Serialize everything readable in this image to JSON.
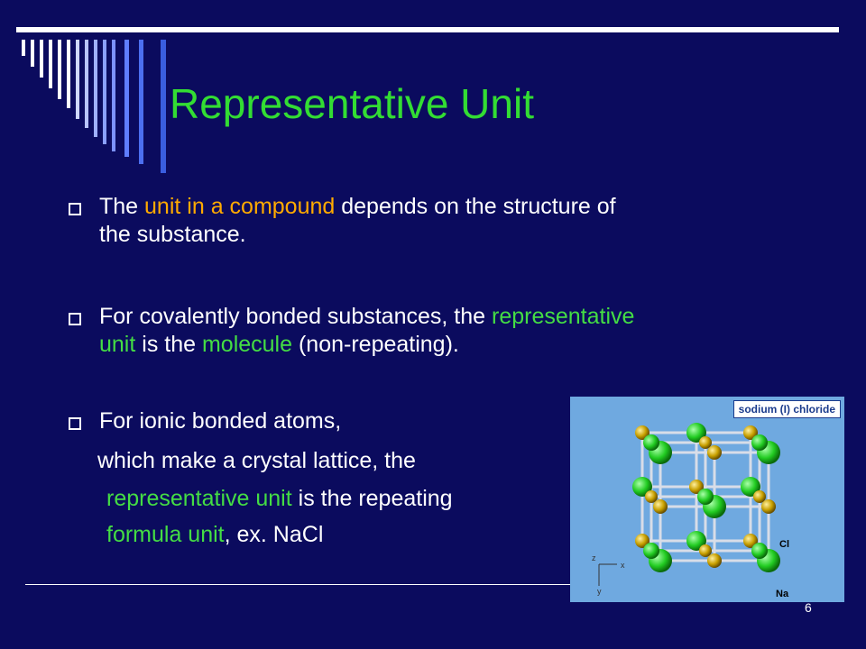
{
  "slide": {
    "title": "Representative Unit",
    "page_number": "6",
    "bullets": [
      {
        "parts": [
          "The ",
          "unit in a compound",
          " depends on the structure of",
          "the substance."
        ]
      },
      {
        "parts": [
          "For covalently bonded substances, the ",
          "representative",
          "unit",
          " is the ",
          "molecule",
          " (non-repeating)."
        ]
      },
      {
        "parts": [
          "For ionic bonded atoms,",
          "which make a crystal lattice, the",
          "representative unit",
          " is the repeating",
          "formula unit",
          ", ex. NaCl"
        ]
      }
    ]
  },
  "figure": {
    "caption": "sodium (I) chloride",
    "label_cl": "Cl",
    "label_na": "Na",
    "axis_x": "x",
    "axis_y": "y",
    "axis_z": "z"
  },
  "colors": {
    "background": "#0b0b5e",
    "title": "#33dd33",
    "highlight_orange": "#ffaa00",
    "highlight_green": "#44dd44",
    "cl_atom": "#22cc22",
    "na_atom": "#c8a000"
  }
}
